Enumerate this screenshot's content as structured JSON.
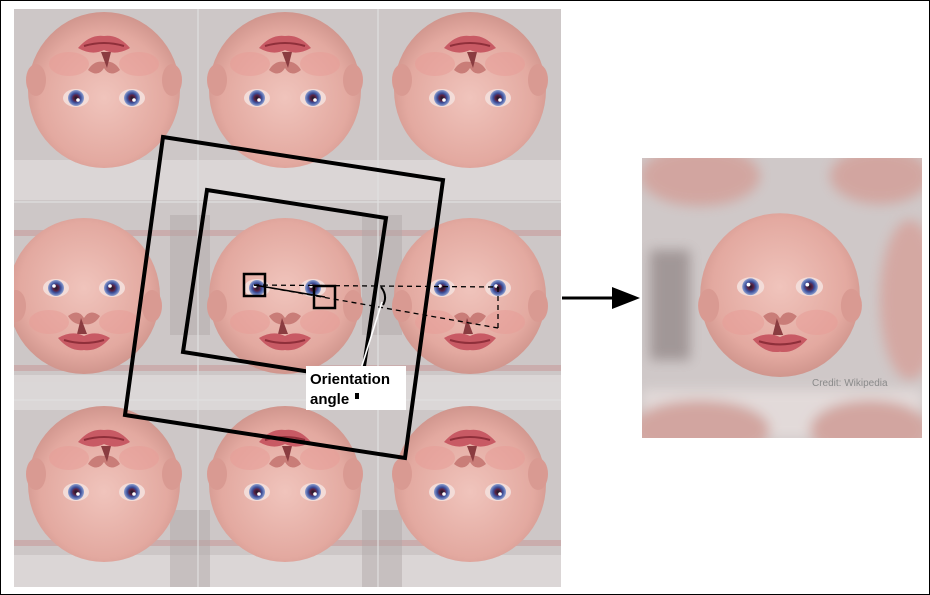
{
  "annotation": {
    "line1": "Orientation",
    "line2": "angle"
  },
  "credit": "Credit: Wikipedia",
  "mosaic": {
    "tile_kinds": [
      "inverted",
      "inverted",
      "inverted",
      "upright",
      "upright",
      "upright",
      "inverted",
      "inverted",
      "inverted"
    ]
  },
  "colors": {
    "skin": "#e8b2aa",
    "skin_shadow": "#c98e86",
    "background_tile": "#cdc7c7",
    "iris": "#3a4e9a",
    "box_stroke": "#000000"
  }
}
